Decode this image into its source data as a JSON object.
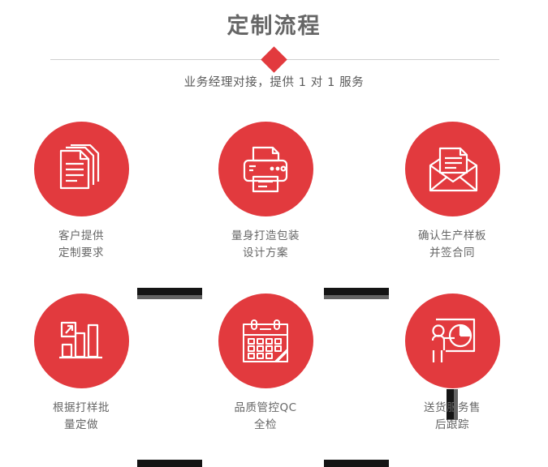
{
  "header": {
    "title": "定制流程",
    "subtitle": "业务经理对接，提供 1 对 1 服务",
    "divider_icon": "diamond-icon"
  },
  "theme": {
    "accent_red": "#e23a3e",
    "connector_dark": "#141414",
    "connector_shadow": "#636363",
    "text_gray": "#666666",
    "divider_gray": "#cfcfcf",
    "background": "#ffffff"
  },
  "flow": {
    "steps": [
      {
        "id": "step-1",
        "icon": "documents-stack-icon",
        "label": "客户提供\n定制要求"
      },
      {
        "id": "step-2",
        "icon": "printer-icon",
        "label": "量身打造包装\n设计方案"
      },
      {
        "id": "step-3",
        "icon": "open-envelope-letter-icon",
        "label": "确认生产样板\n并签合同"
      },
      {
        "id": "step-4",
        "icon": "bar-chart-growth-icon",
        "label": "根据打样批\n量定做"
      },
      {
        "id": "step-5",
        "icon": "calendar-icon",
        "label": "品质管控QC\n全检"
      },
      {
        "id": "step-6",
        "icon": "presenter-pie-chart-icon",
        "label": "送货服务售\n后跟踪"
      }
    ],
    "connectors": [
      {
        "id": "connector-1-2",
        "orientation": "horizontal"
      },
      {
        "id": "connector-2-3",
        "orientation": "horizontal"
      },
      {
        "id": "connector-3-6",
        "orientation": "vertical"
      },
      {
        "id": "connector-4-5",
        "orientation": "horizontal"
      },
      {
        "id": "connector-5-6",
        "orientation": "horizontal"
      }
    ]
  }
}
